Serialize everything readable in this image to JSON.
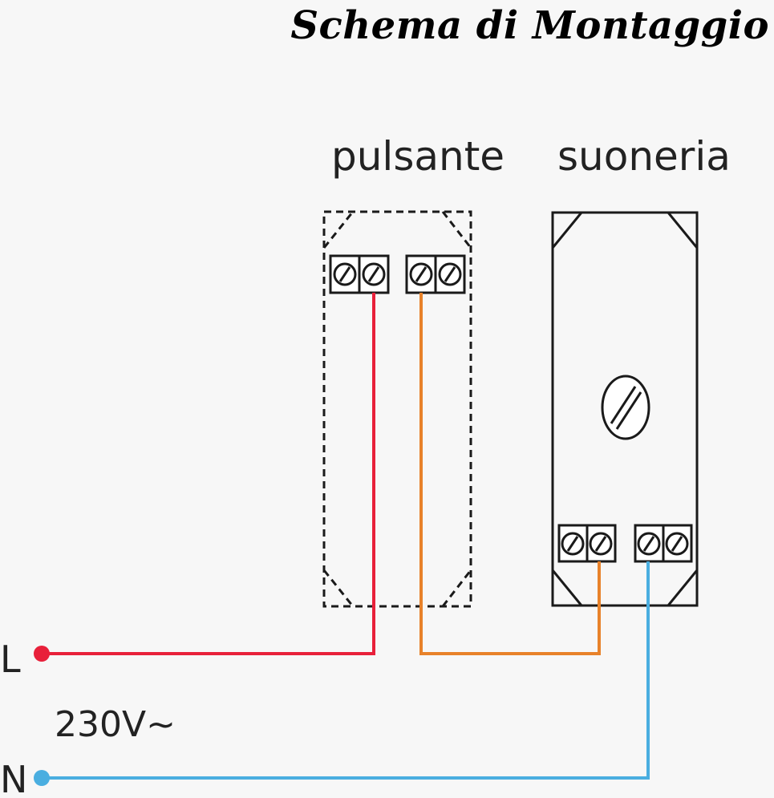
{
  "title": "Schema di Montaggio",
  "labels": {
    "pushbutton": "pulsante",
    "bell": "suoneria",
    "line": "L",
    "neutral": "N",
    "voltage": "230V~"
  },
  "colors": {
    "line_wire": "#e8203a",
    "switched_wire": "#e8822a",
    "neutral_wire": "#4aaee0",
    "outline": "#1a1a1a",
    "background": "#f7f7f7"
  }
}
